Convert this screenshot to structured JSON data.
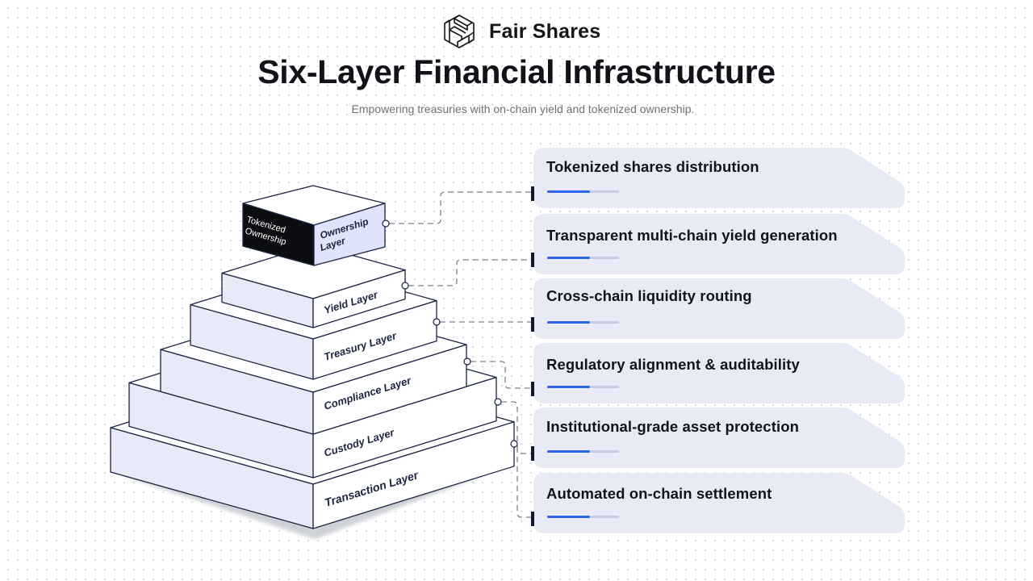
{
  "brand": {
    "name": "Fair Shares",
    "logo_icon": "isometric-hexagon-logo-icon"
  },
  "header": {
    "title": "Six-Layer Financial Infrastructure",
    "subtitle": "Empowering treasuries with on-chain yield and tokenized ownership."
  },
  "pyramid": {
    "top_block": {
      "side_label_line1": "Tokenized",
      "side_label_line2": "Ownership",
      "front_label_line1": "Ownership",
      "front_label_line2": "Layer"
    },
    "layers": [
      {
        "label": "Yield Layer"
      },
      {
        "label": "Treasury Layer"
      },
      {
        "label": "Compliance Layer"
      },
      {
        "label": "Custody Layer"
      },
      {
        "label": "Transaction Layer"
      }
    ]
  },
  "features": [
    {
      "title": "Tokenized shares distribution",
      "progress": 0.6
    },
    {
      "title": "Transparent multi-chain yield generation",
      "progress": 0.6
    },
    {
      "title": "Cross-chain liquidity routing",
      "progress": 0.6
    },
    {
      "title": "Regulatory alignment & auditability",
      "progress": 0.6
    },
    {
      "title": "Institutional-grade asset protection",
      "progress": 0.6
    },
    {
      "title": "Automated on-chain settlement",
      "progress": 0.6
    }
  ],
  "colors": {
    "accent": "#2f66f0",
    "track": "#c9cde2",
    "card_bg": "#e8eaf5",
    "layer_face": "#e8ebf7",
    "layer_front": "#ffffff",
    "dark_face": "#0c0d10",
    "ink": "#1b2440"
  }
}
